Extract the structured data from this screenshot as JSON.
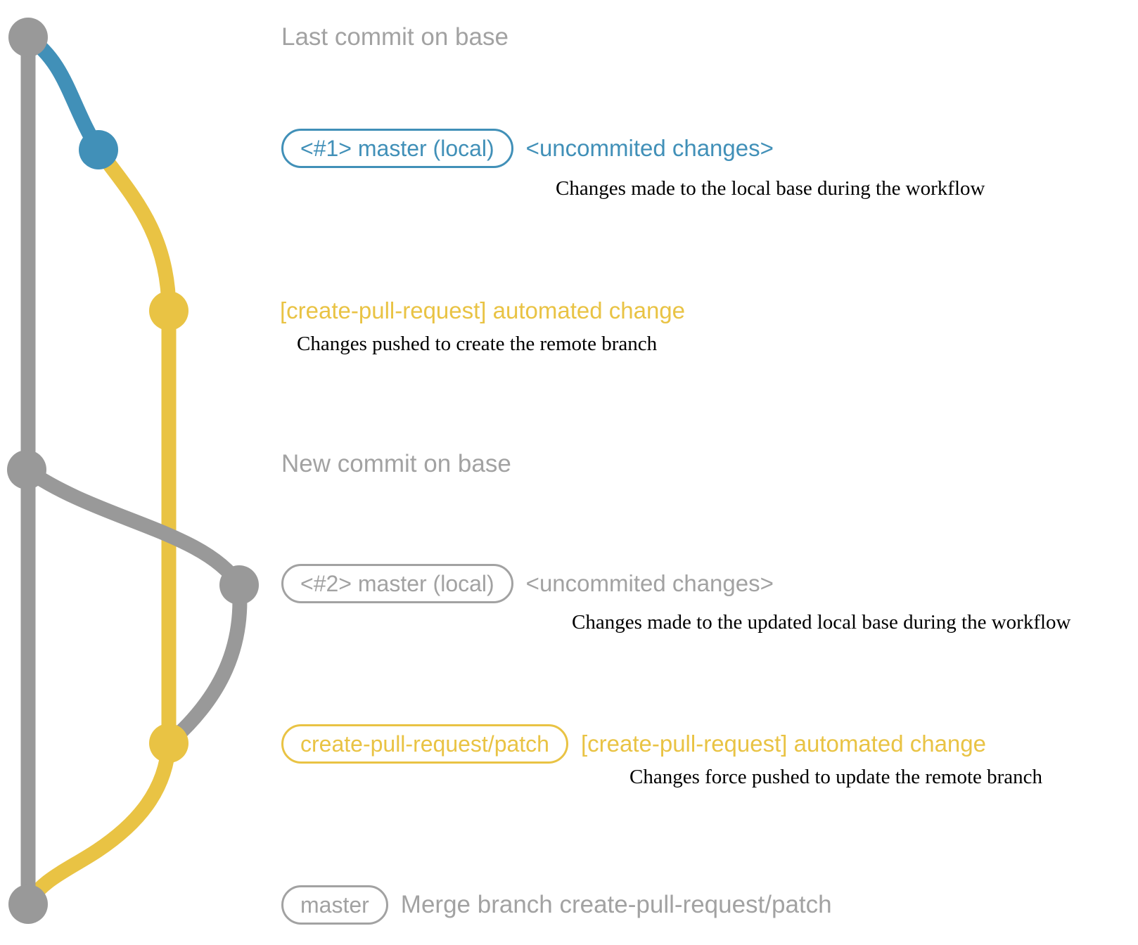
{
  "colors": {
    "graph_gray": "#999999",
    "text_gray": "#a2a2a2",
    "blue": "#4190b8",
    "yellow": "#e9c344",
    "description_black": "#000000"
  },
  "annotations": {
    "last_commit_on_base": "Last commit on base",
    "new_commit_on_base": "New commit on base"
  },
  "commits": {
    "local1": {
      "branch_label": "<#1> master (local)",
      "message": "<uncommited changes>",
      "description": "Changes made to the local base during the workflow"
    },
    "remote1": {
      "message": "[create-pull-request] automated change",
      "description": "Changes pushed to create the remote branch"
    },
    "local2": {
      "branch_label": "<#2> master (local)",
      "message": "<uncommited changes>",
      "description": "Changes made to the updated local base during the workflow"
    },
    "remote2": {
      "branch_label": "create-pull-request/patch",
      "message": "[create-pull-request] automated change",
      "description": "Changes force pushed to update the remote branch"
    },
    "merge": {
      "branch_label": "master",
      "message": "Merge branch create-pull-request/patch"
    }
  }
}
